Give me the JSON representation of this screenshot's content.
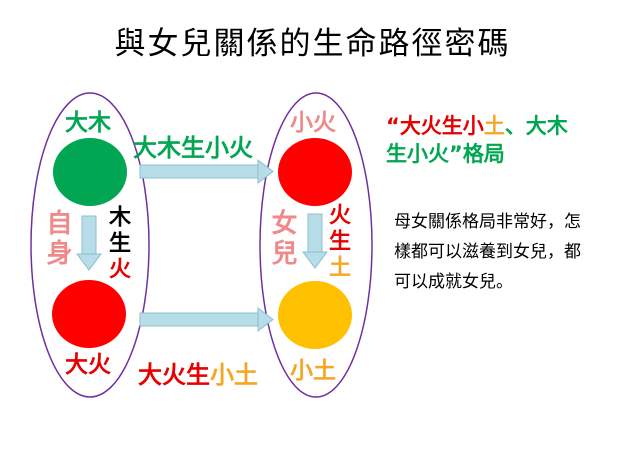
{
  "title": "與女兒關係的生命路徑密碼",
  "nodes": {
    "self_top": "大木",
    "self_bottom": "大火",
    "daughter_top": "小火",
    "daughter_bottom": "小土"
  },
  "groups": {
    "self": "自身",
    "daughter": "女兒"
  },
  "arrows": {
    "top": "大木生小火",
    "bottom_a": "大火生",
    "bottom_b": "小土",
    "left_a": "木生",
    "left_b": "火",
    "right_a": "火生",
    "right_b": "土"
  },
  "pattern": {
    "q_open": "“",
    "p1": "大火生小",
    "p2": "土",
    "p3": "、大木生小火",
    "q_close": "”",
    "p4": "格局"
  },
  "note": "母女關係格局非常好，怎樣都可以滋養到女兒，都可以成就女兒。",
  "colors": {
    "wood": "#00a651",
    "fire": "#ff0000",
    "earth": "#ffc000",
    "arrow": "#b7dde8",
    "ellipse": "#7030a0"
  }
}
